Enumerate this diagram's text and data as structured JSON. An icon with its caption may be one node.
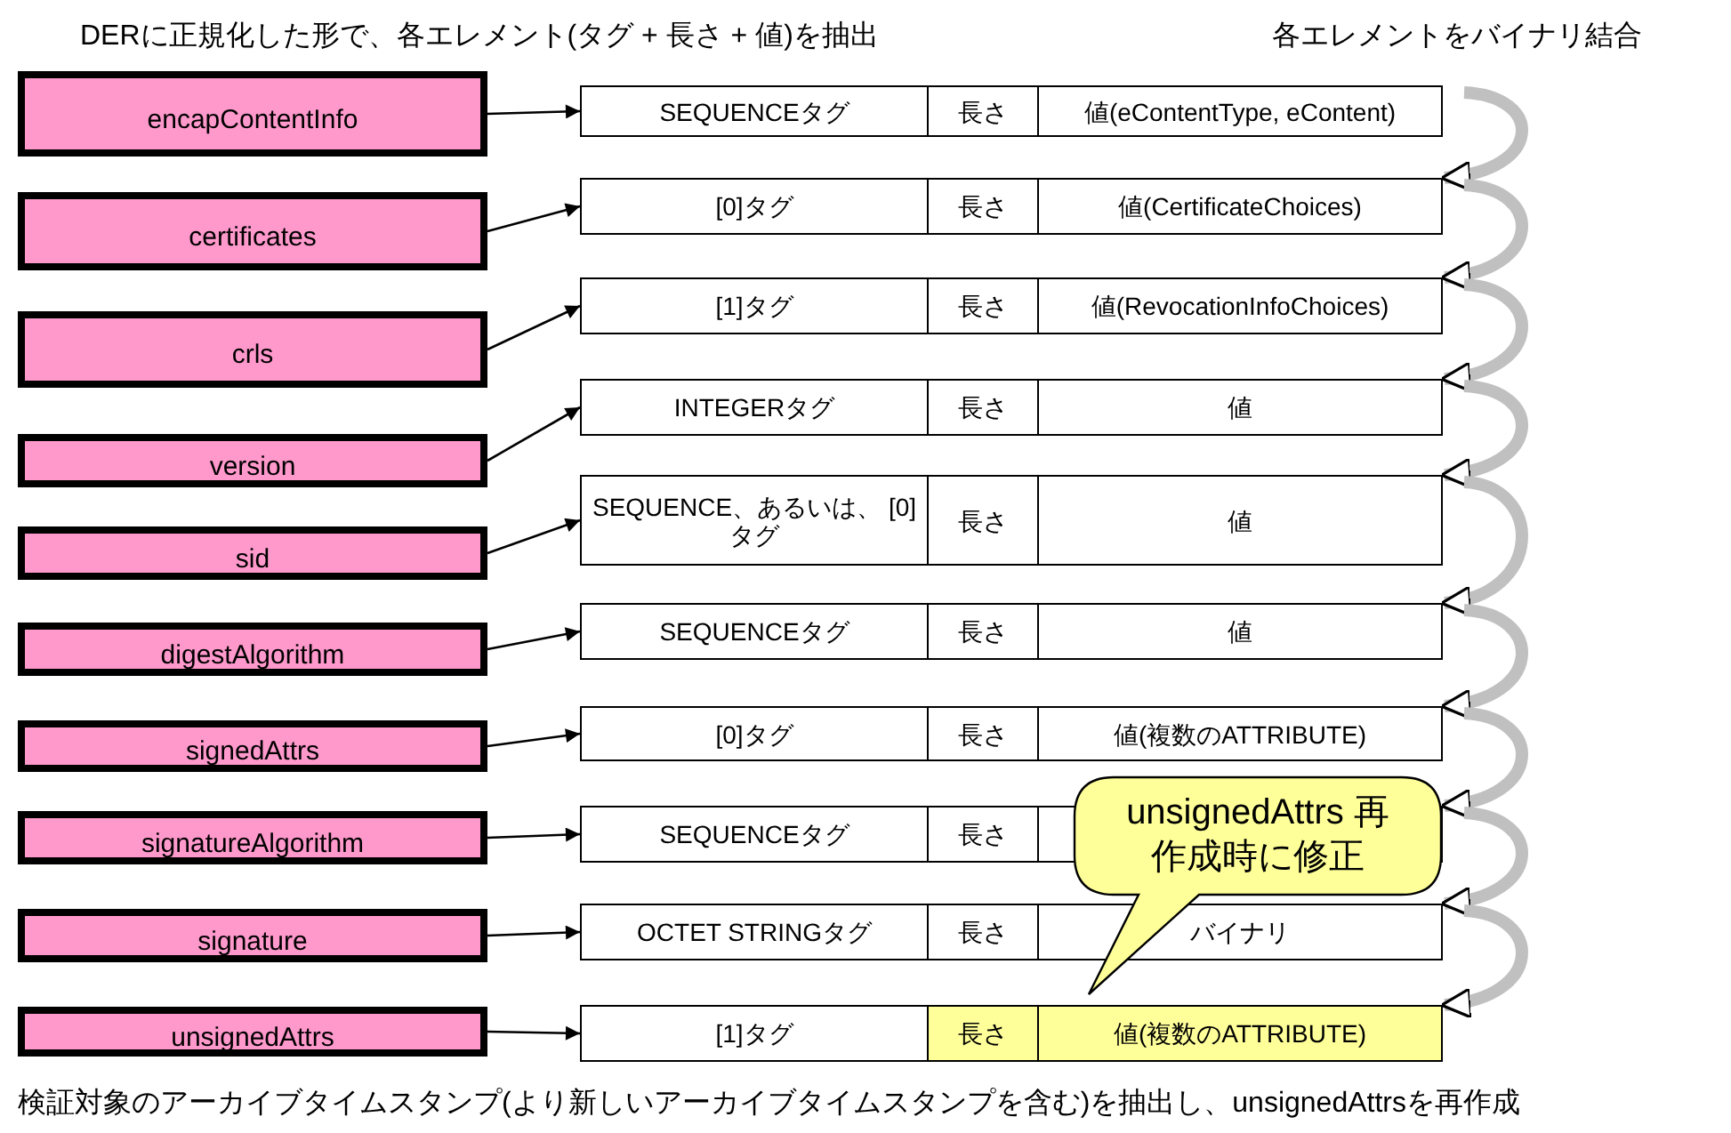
{
  "diagram": {
    "nodes": [
      {
        "text": [
          "encapContentInfo"
        ]
      },
      {
        "text": [
          "certificates"
        ]
      },
      {
        "text": [
          "crls"
        ]
      },
      {
        "text": [
          "version"
        ]
      },
      {
        "text": [
          "sid"
        ]
      },
      {
        "text": [
          "digestAlgorithm"
        ]
      },
      {
        "text": [
          "signedAttrs"
        ]
      },
      {
        "text": [
          "signatureAlgorithm"
        ]
      },
      {
        "text": [
          "signature"
        ]
      },
      {
        "text": [
          "unsignedAttrs"
        ]
      },
      {
        "text": [
          "SEQUENCEタグ",
          "長さ",
          "値(eContentType, eContent)"
        ]
      },
      {
        "text": [
          "[0]タグ",
          "長さ",
          "値(CertificateChoices)"
        ]
      },
      {
        "text": [
          "[1]タグ",
          "長さ",
          "値(RevocationInfoChoices)"
        ]
      },
      {
        "text": [
          "INTEGERタグ",
          "長さ",
          "値"
        ]
      },
      {
        "text": [
          "SEQUENCE、あるいは、 [0] タグ",
          "長さ",
          "値"
        ]
      },
      {
        "text": [
          "SEQUENCEタグ",
          "長さ",
          "値"
        ]
      },
      {
        "text": [
          "[0]タグ",
          "長さ",
          "値(複数のATTRIBUTE)"
        ]
      },
      {
        "text": [
          "SEQUENCEタグ",
          "長さ"
        ]
      },
      {
        "text": [
          "OCTET STRINGタグ",
          "長さ",
          "バイナリ"
        ]
      },
      {
        "text": [
          "[1]タグ",
          "長さ",
          "値(複数のATTRIBUTE)"
        ]
      },
      {
        "text": [
          "unsignedAttrs 再作成時に修正"
        ]
      }
    ],
    "edges": [
      {
        "from": 0,
        "to": 10,
        "arrow": "to"
      },
      {
        "from": 1,
        "to": 11,
        "arrow": "to"
      },
      {
        "from": 2,
        "to": 12,
        "arrow": "to"
      },
      {
        "from": 3,
        "to": 13,
        "arrow": "to"
      },
      {
        "from": 4,
        "to": 14,
        "arrow": "to"
      },
      {
        "from": 5,
        "to": 15,
        "arrow": "to"
      },
      {
        "from": 6,
        "to": 16,
        "arrow": "to"
      },
      {
        "from": 7,
        "to": 17,
        "arrow": "to"
      },
      {
        "from": 8,
        "to": 18,
        "arrow": "to"
      },
      {
        "from": 9,
        "to": 19,
        "arrow": "to"
      },
      {
        "from": 10,
        "to": 11,
        "arrow": "to",
        "style": "thick",
        "color": "#c0c0c0"
      },
      {
        "from": 11,
        "to": 12,
        "arrow": "to",
        "style": "thick",
        "color": "#c0c0c0"
      },
      {
        "from": 12,
        "to": 13,
        "arrow": "to",
        "style": "thick",
        "color": "#c0c0c0"
      },
      {
        "from": 13,
        "to": 14,
        "arrow": "to",
        "style": "thick",
        "color": "#c0c0c0"
      },
      {
        "from": 14,
        "to": 15,
        "arrow": "to",
        "style": "thick",
        "color": "#c0c0c0"
      },
      {
        "from": 15,
        "to": 16,
        "arrow": "to",
        "style": "thick",
        "color": "#c0c0c0"
      },
      {
        "from": 16,
        "to": 17,
        "arrow": "to",
        "style": "thick",
        "color": "#c0c0c0"
      },
      {
        "from": 17,
        "to": 18,
        "arrow": "to",
        "style": "thick",
        "color": "#c0c0c0"
      },
      {
        "from": 18,
        "to": 19,
        "arrow": "to",
        "style": "thick",
        "color": "#c0c0c0"
      }
    ],
    "labels": [
      "DERに正規化した形で、各エレメント(タグ + 長さ + 値)を抽出",
      "各エレメントをバイナリ結合",
      "検証対象のアーカイブタイムスタンプ(より新しいアーカイブタイムスタンプを含む)を抽出し、unsignedAttrsを再作成"
    ]
  }
}
